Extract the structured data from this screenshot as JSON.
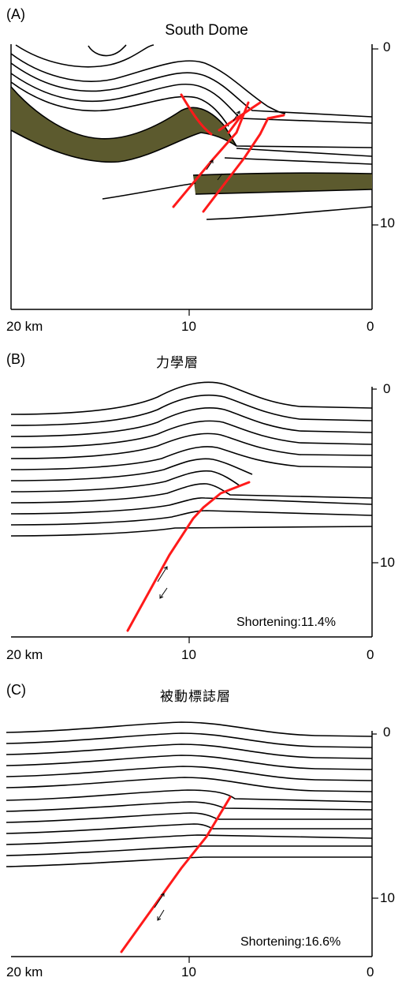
{
  "panels": [
    {
      "label": "(A)",
      "title": "South Dome",
      "x_ticks": [
        "20 km",
        "10",
        "0"
      ],
      "depth_ticks": [
        "0",
        "10"
      ],
      "shortening": ""
    },
    {
      "label": "(B)",
      "title": "力學層",
      "x_ticks": [
        "20 km",
        "10",
        "0"
      ],
      "depth_ticks": [
        "0",
        "10"
      ],
      "shortening": "Shortening:11.4%"
    },
    {
      "label": "(C)",
      "title": "被動標誌層",
      "x_ticks": [
        "20 km",
        "10",
        "0"
      ],
      "depth_ticks": [
        "0",
        "10"
      ],
      "shortening": "Shortening:16.6%"
    }
  ],
  "colors": {
    "fault": "#ff1a1a",
    "marker_layer": "#5c5a2e",
    "horizon": "#000000"
  }
}
